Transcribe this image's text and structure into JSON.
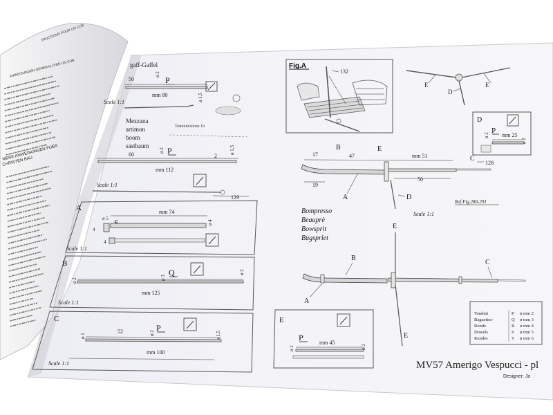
{
  "left_page": {
    "header_lines": [
      "ANWEISUNGEN GENERALI PER UN CUB",
      "TRUCTIONS POUR UN CUB"
    ],
    "sub_headers": [
      "MERE ANWEISUNGEN FUER",
      "CHRISTEN BAU"
    ]
  },
  "top_left": {
    "title": "gaff-Gaffel",
    "dim_50": "50",
    "dim_d2": "ø 2",
    "letter_p": "P",
    "dim_mm80": "mm 80",
    "dim_d15": "ø 1,5",
    "scale": "Scale 1:1",
    "caption": "Tomoincisione 19",
    "mast_names": [
      "Mezzana",
      "artimon",
      "boom",
      "sastbaum"
    ]
  },
  "boom_part": {
    "dim_60": "60",
    "dim_d2": "ø 2",
    "letter_p": "P",
    "dim_2": "2",
    "dim_d15": "ø 1,5",
    "dim_mm112": "mm 112",
    "scale": "Scale 1:1",
    "dim_129": "129"
  },
  "panel_a": {
    "label": "A",
    "dim_mm74": "mm 74",
    "dim_d5": "ø 5",
    "letter_s": "S",
    "dim_d4": "ø 4",
    "dim_4a": "4",
    "dim_4b": "4",
    "scale": "Scale 1:1"
  },
  "panel_b": {
    "label": "B",
    "dim_d2a": "ø 2",
    "dim_d3": "ø 3",
    "letter_q": "Q",
    "dim_d2b": "ø 2",
    "dim_mm125": "mm 125",
    "scale": "Scale 1:1"
  },
  "panel_c": {
    "label": "C",
    "dim_d1": "ø 1",
    "dim_52": "52",
    "dim_d2": "ø 2",
    "letter_p": "P",
    "dim_d15": "ø 1,5",
    "dim_mm100": "mm 100",
    "scale": "Scale 1:1"
  },
  "fig_a": {
    "label": "Fig.A",
    "ref_132": "132"
  },
  "top_right": {
    "label_e_left": "E",
    "label_e_right": "E",
    "label_d": "D"
  },
  "panel_d": {
    "label": "D",
    "dim_d2": "ø 2",
    "letter_p": "P",
    "dim_mm25": "mm 25",
    "dim_d2b": "ø 2",
    "ref_128": "128"
  },
  "bowsprit": {
    "dim_17": "17",
    "label_b": "B",
    "dim_47": "47",
    "label_e": "E",
    "dim_mm51": "mm 51",
    "label_c": "C",
    "dim_50": "50",
    "dim_19": "19",
    "label_a": "A",
    "label_d": "D",
    "ref_fig": "Ref.Fig.280-291",
    "scale": "Scale 1:1",
    "names": [
      "Bompresso",
      "Beauprè",
      "Bowsprit",
      "Bugspriet"
    ]
  },
  "assembly": {
    "label_e_top": "E",
    "label_b": "B",
    "label_c": "C",
    "label_a": "A",
    "label_e_bottom": "E"
  },
  "panel_e": {
    "label": "E",
    "dim_d2a": "ø 2",
    "letter_p": "P",
    "dim_mm45": "mm 45",
    "dim_d2b": "ø 2"
  },
  "legend": {
    "names": [
      "Tondini",
      "Baguettes-",
      "Ronde",
      "Dowels",
      "Rundes"
    ],
    "letters": [
      "P",
      "Q",
      "R",
      "S",
      "T"
    ],
    "values": [
      "ø mm 2",
      "ø mm 3",
      "ø mm 4",
      "ø mm 5",
      "ø mm 6"
    ]
  },
  "footer": {
    "title": "MV57 Amerigo Vespucci - pl",
    "designer": "Designer: Jo"
  }
}
